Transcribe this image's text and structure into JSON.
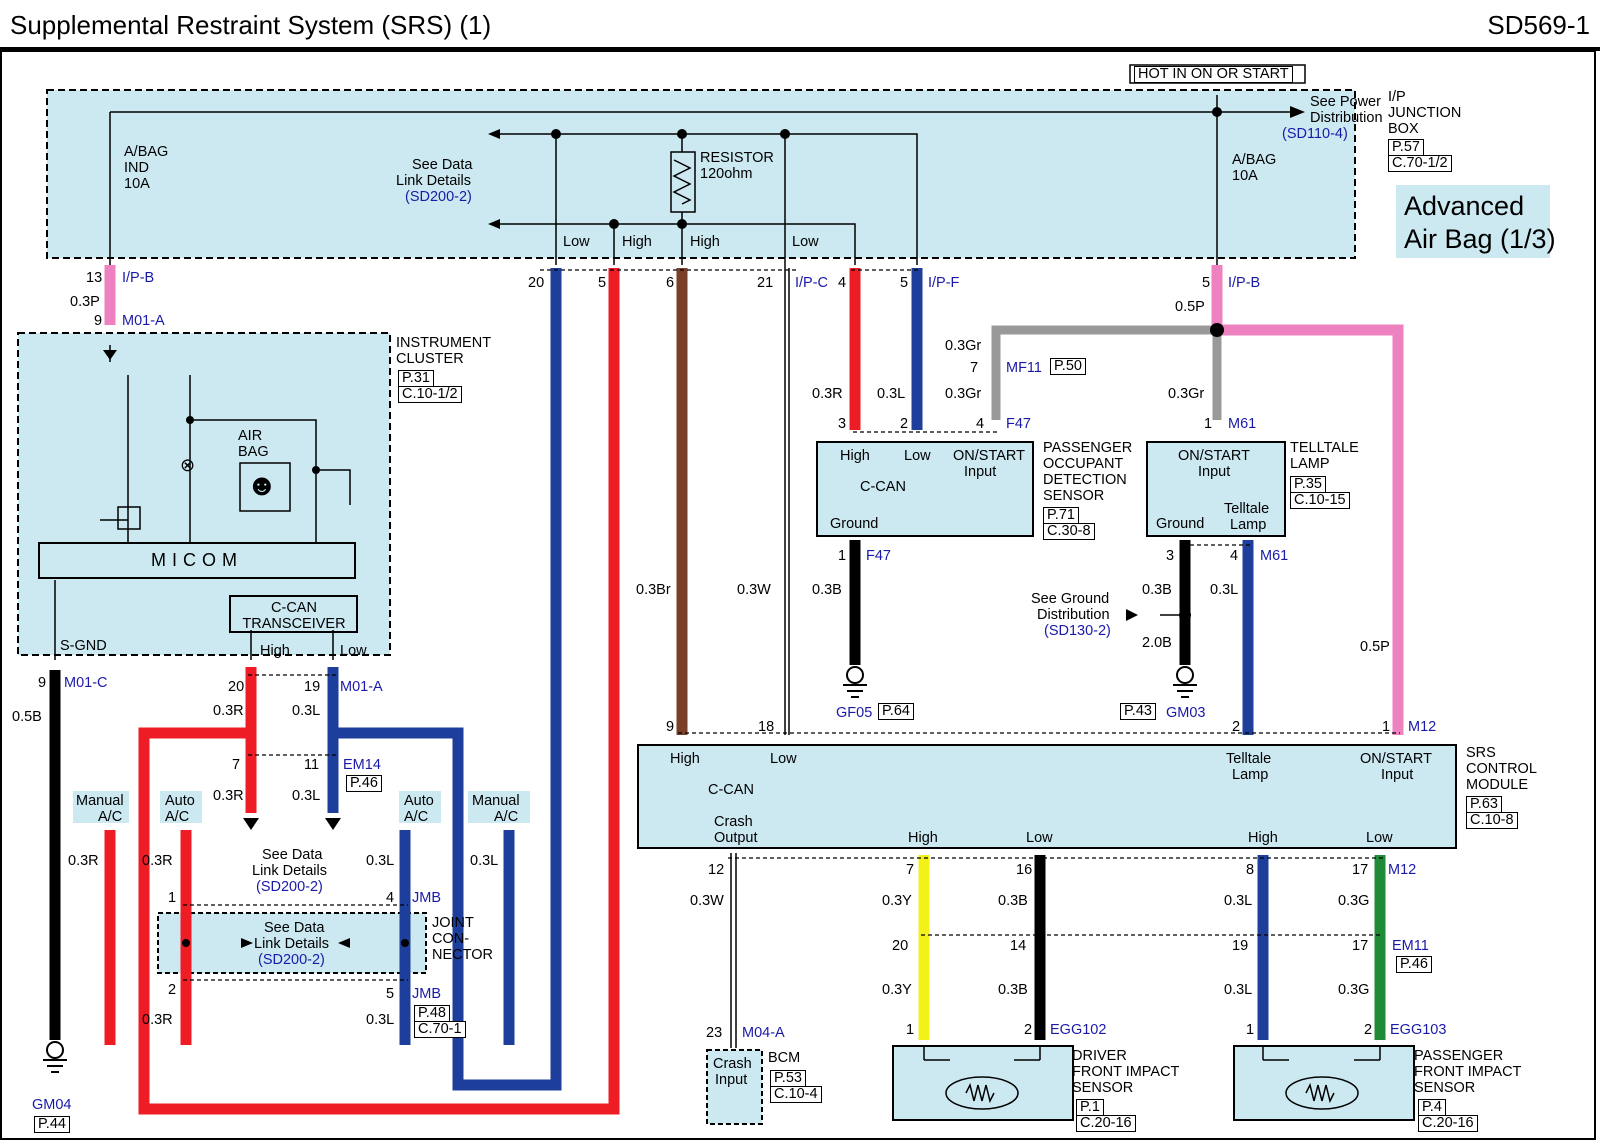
{
  "header": {
    "title": "Supplemental Restraint System (SRS) (1)",
    "code": "SD569-1"
  },
  "colors": {
    "box_fill": "#cce9f2",
    "red": "#ee1c24",
    "blue": "#1d3f9b",
    "pink": "#ee82c0",
    "brown": "#7a3f28",
    "gray": "#999999",
    "black": "#000000",
    "yellow": "#f2f21a",
    "green": "#1f8a38",
    "link": "#1a1aa8"
  },
  "labels": {
    "hot": "HOT IN ON OR START",
    "ipjb": [
      "I/P",
      "JUNCTION",
      "BOX"
    ],
    "ipjb_ref": [
      "P.57",
      "C.70-1/2"
    ],
    "see_power": [
      "See Power",
      "Distribution"
    ],
    "see_power_link": "(SD110-4)",
    "advanced": [
      "Advanced",
      "Air Bag (1/3)"
    ],
    "fuse1": [
      "A/BAG",
      "IND",
      "10A"
    ],
    "fuse2": [
      "A/BAG",
      "10A"
    ],
    "resistor": [
      "RESISTOR",
      "120ohm"
    ],
    "see_data": [
      "See Data",
      "Link Details"
    ],
    "sd200": "(SD200-2)",
    "low": "Low",
    "high": "High",
    "ipb": "I/P-B",
    "ipc": "I/P-C",
    "ipf": "I/P-F",
    "n13": "13",
    "n20": "20",
    "n5": "5",
    "n6": "6",
    "n21": "21",
    "n4": "4",
    "n9": "9",
    "n7": "7",
    "n3": "3",
    "n2": "2",
    "n1": "1",
    "n19": "19",
    "n11": "11",
    "n18": "18",
    "n12": "12",
    "n8": "8",
    "n16": "16",
    "n17": "17",
    "n14": "14",
    "n23": "23",
    "w03P": "0.3P",
    "w05P": "0.5P",
    "w03Gr": "0.3Gr",
    "w03R": "0.3R",
    "w03L": "0.3L",
    "w03Br": "0.3Br",
    "w03W": "0.3W",
    "w03B": "0.3B",
    "w20B": "2.0B",
    "w05B": "0.5B",
    "w03Y": "0.3Y",
    "w03G": "0.3G",
    "m01a": "M01-A",
    "m01c": "M01-C",
    "mf11": "MF11",
    "p50": "P.50",
    "f47": "F47",
    "m61": "M61",
    "m12": "M12",
    "ic": [
      "INSTRUMENT",
      "CLUSTER"
    ],
    "ic_ref": [
      "P.31",
      "C.10-1/2"
    ],
    "airbag": [
      "AIR",
      "BAG"
    ],
    "micom": "MICOM",
    "ccan_tr": [
      "C-CAN",
      "TRANSCEIVER"
    ],
    "sgnd": "S-GND",
    "pods_box": {
      "high": "High",
      "low": "Low",
      "ccan": "C-CAN",
      "onstart": [
        "ON/START",
        "Input"
      ],
      "ground": "Ground"
    },
    "pods": [
      "PASSENGER",
      "OCCUPANT",
      "DETECTION",
      "SENSOR"
    ],
    "pods_ref": [
      "P.71",
      "C.30-8"
    ],
    "tl_box": {
      "onstart": [
        "ON/START",
        "Input"
      ],
      "ground": "Ground",
      "lamp": [
        "Telltale",
        "Lamp"
      ]
    },
    "tl": [
      "TELLTALE",
      "LAMP"
    ],
    "tl_ref": [
      "P.35",
      "C.10-15"
    ],
    "gnd_see": [
      "See Ground",
      "Distribution"
    ],
    "sd130": "(SD130-2)",
    "gf05": "GF05",
    "p64": "P.64",
    "p43": "P.43",
    "gm03": "GM03",
    "gm04": "GM04",
    "p44": "P.44",
    "em14": "EM14",
    "p46": "P.46",
    "jmb": "JMB",
    "jc": [
      "JOINT",
      "CON-",
      "NECTOR"
    ],
    "jmb_ref": [
      "P.48",
      "C.70-1"
    ],
    "manual_ac": [
      "Manual",
      "A/C"
    ],
    "auto_ac": [
      "Auto",
      "A/C"
    ],
    "srs": [
      "SRS",
      "CONTROL",
      "MODULE"
    ],
    "srs_ref": [
      "P.63",
      "C.10-8"
    ],
    "srs_box": {
      "high": "High",
      "low": "Low",
      "ccan": "C-CAN",
      "telltale": [
        "Telltale",
        "Lamp"
      ],
      "onstart": [
        "ON/START",
        "Input"
      ],
      "crash": [
        "Crash",
        "Output"
      ]
    },
    "em11": "EM11",
    "m04a": "M04-A",
    "egg102": "EGG102",
    "egg103": "EGG103",
    "bcm": "BCM",
    "bcm_ref": [
      "P.53",
      "C.10-4"
    ],
    "crash_in": [
      "Crash",
      "Input"
    ],
    "dfis": [
      "DRIVER",
      "FRONT IMPACT",
      "SENSOR"
    ],
    "dfis_ref": [
      "P.1",
      "C.20-16"
    ],
    "pfis": [
      "PASSENGER",
      "FRONT IMPACT",
      "SENSOR"
    ],
    "pfis_ref": [
      "P.4",
      "C.20-16"
    ]
  }
}
